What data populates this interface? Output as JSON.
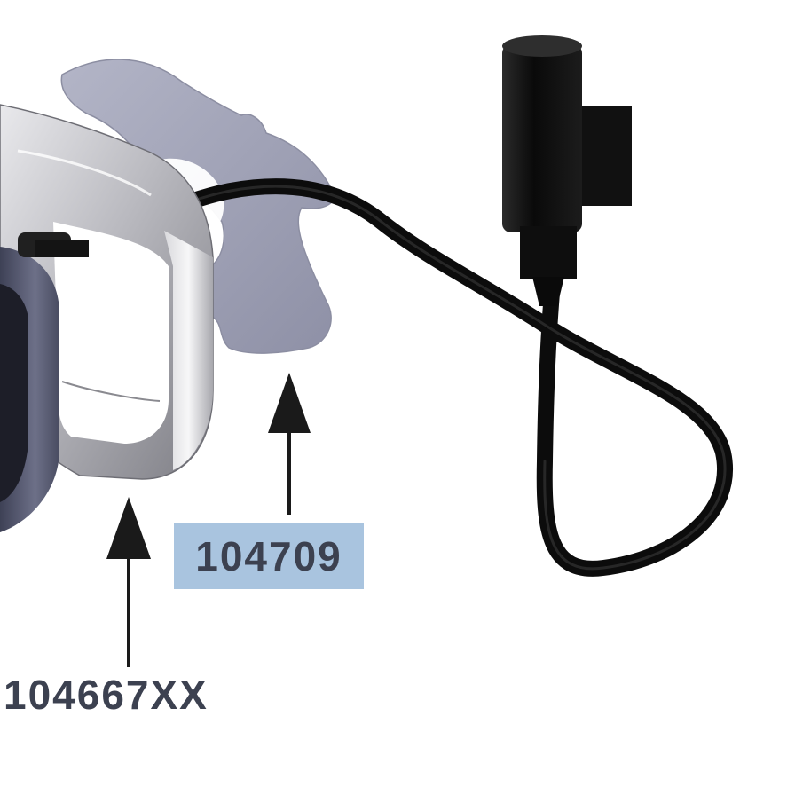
{
  "callouts": [
    {
      "id": "part-spacer-ring",
      "label": "104709",
      "highlighted": true,
      "highlight_color": "#a9c4df"
    },
    {
      "id": "part-bezel-housing",
      "label": "104667XX",
      "highlighted": false
    }
  ],
  "colors": {
    "label_text": "#3c4150",
    "cable": "#0c0c0c",
    "ring_plate": "#9ea1b6",
    "bezel_metal": "#bfbfc4",
    "arrow": "#1a1a1a"
  }
}
